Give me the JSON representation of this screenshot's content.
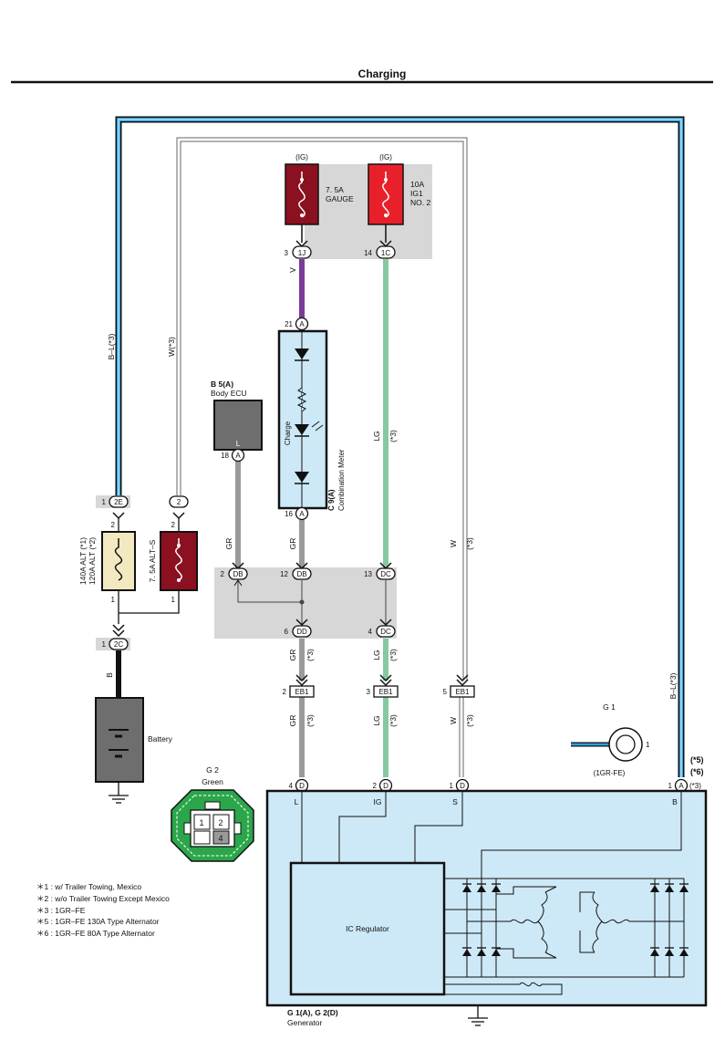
{
  "title": "Charging",
  "fuses": {
    "gauge": {
      "source": "(IG)",
      "rating": "7. 5A",
      "name": "GAUGE"
    },
    "ig1": {
      "source": "(IG)",
      "rating": "10A",
      "name": "IG1",
      "name2": "NO. 2"
    },
    "alt": {
      "line1": "140A ALT (*1)",
      "line2": "120A ALT (*2)"
    },
    "alt_s": {
      "label": "7. 5A ALT–S"
    }
  },
  "connectors": {
    "c3_1j": {
      "pin": "3",
      "id": "1J"
    },
    "c14_1c": {
      "pin": "14",
      "id": "1C"
    },
    "c21_a": {
      "pin": "21",
      "id": "A"
    },
    "c16_a": {
      "pin": "16",
      "id": "A"
    },
    "c18_a": {
      "pin": "18",
      "id": "A"
    },
    "c1_2e": {
      "pin": "1",
      "id": "2E"
    },
    "c2": {
      "id": "2"
    },
    "pin2_altfuse": "2",
    "pin2_altsfuse": "2",
    "pin1_altfuse": "1",
    "pin1_altsfuse": "1",
    "c1_2c": {
      "pin": "1",
      "id": "2C"
    },
    "c2_db": {
      "pin": "2",
      "id": "DB"
    },
    "c12_db": {
      "pin": "12",
      "id": "DB"
    },
    "c13_dc": {
      "pin": "13",
      "id": "DC"
    },
    "c6_dd": {
      "pin": "6",
      "id": "DD"
    },
    "c4_dc": {
      "pin": "4",
      "id": "DC"
    },
    "eb1_2": {
      "pin": "2",
      "id": "EB1"
    },
    "eb1_3": {
      "pin": "3",
      "id": "EB1"
    },
    "eb1_5": {
      "pin": "5",
      "id": "EB1"
    },
    "d4": {
      "pin": "4",
      "id": "D"
    },
    "d2": {
      "pin": "2",
      "id": "D"
    },
    "d1": {
      "pin": "1",
      "id": "D"
    },
    "a1": {
      "pin": "1",
      "id": "A",
      "note": "(*3)"
    }
  },
  "wires": {
    "bl3": "B–L(*3)",
    "w3": "W(*3)",
    "v": "V",
    "lg": "LG",
    "lg_star": "(*3)",
    "gr": "GR",
    "gr_star": "(*3)",
    "w": "W",
    "w_star": "(*3)",
    "b": "B",
    "bl3_right": "B–L(*3)"
  },
  "components": {
    "body_ecu": {
      "code": "B 5(A)",
      "name": "Body ECU",
      "pin": "L"
    },
    "meter": {
      "code": "C 9(A)",
      "name": "Combination Meter",
      "label": "Charge"
    },
    "battery": {
      "name": "Battery"
    },
    "g1": {
      "code": "G 1",
      "pin": "1",
      "note": "(1GR-FE)"
    },
    "g2": {
      "code": "G 2",
      "color": "Green",
      "pins": [
        "1",
        "2",
        "4"
      ]
    },
    "generator": {
      "code": "G 1(A), G 2(D)",
      "name": "Generator",
      "regulator": "IC Regulator",
      "terminals": [
        "L",
        "IG",
        "S",
        "B"
      ],
      "variants": [
        "(*5)",
        "(*6)"
      ]
    }
  },
  "notes": [
    "＊1 : w/ Trailer Towing,  Mexico",
    "＊2 : w/o Trailer Towing Except Mexico",
    "＊3 : 1GR–FE",
    "＊5 : 1GR–FE 130A Type Alternator",
    "＊6 : 1GR–FE 80A Type Alternator"
  ],
  "colors": {
    "violet": "#7a3a9a",
    "light_green": "#86c9a0",
    "gray": "#9a9a9a",
    "blue": "#1a7fc0",
    "panel": "#cde9f7",
    "fuse_dark": "#8b1020",
    "fuse_red": "#e8202a",
    "fuse_cream": "#f3e9c0"
  }
}
